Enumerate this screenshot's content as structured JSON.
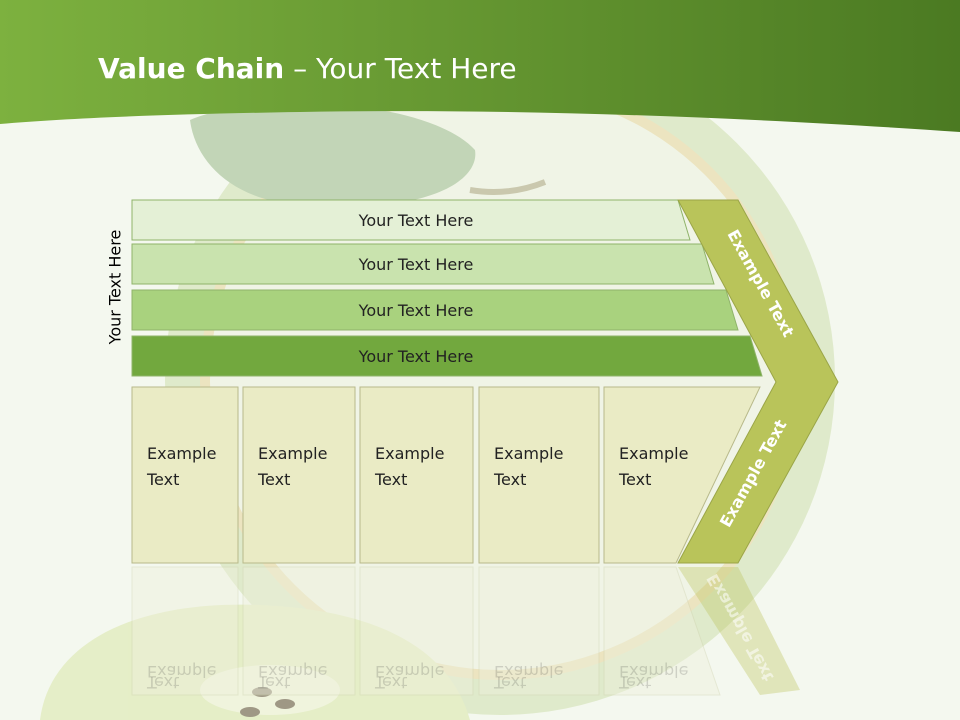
{
  "slide": {
    "title_bold": "Value Chain",
    "title_rest": " – Your Text Here",
    "side_label": "Your Text Here"
  },
  "bars": [
    {
      "label": "Your Text Here",
      "color": "#e4f0d6"
    },
    {
      "label": "Your Text Here",
      "color": "#c9e3ae"
    },
    {
      "label": "Your Text Here",
      "color": "#a9d27e"
    },
    {
      "label": "Your Text Here",
      "color": "#72a83e"
    }
  ],
  "cells": [
    {
      "line1": "Example",
      "line2": "Text"
    },
    {
      "line1": "Example",
      "line2": "Text"
    },
    {
      "line1": "Example",
      "line2": "Text"
    },
    {
      "line1": "Example",
      "line2": "Text"
    },
    {
      "line1": "Example",
      "line2": "Text"
    }
  ],
  "chevron": {
    "top_label": "Example Text",
    "bottom_label": "Example Text",
    "color": "#b9c45a"
  },
  "colors": {
    "header_dark": "#4a7a22",
    "header_light": "#7fb03e",
    "cell_fill": "#eaebc5",
    "cell_stroke": "#b8b98a"
  }
}
